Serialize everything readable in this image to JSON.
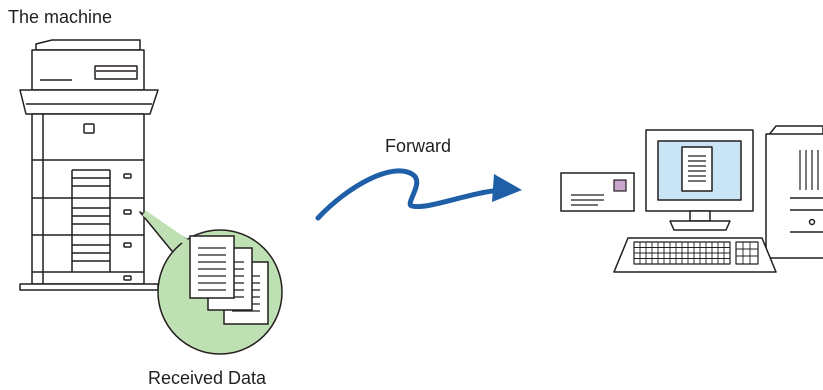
{
  "labels": {
    "machine_title": "The machine",
    "forward": "Forward",
    "received_data": "Received Data"
  },
  "icons": {
    "source": "multifunction-printer-icon",
    "received": "received-documents-icon",
    "transfer": "forward-arrow-icon",
    "message": "envelope-icon",
    "destination": "desktop-computer-icon"
  },
  "colors": {
    "line": "#231f20",
    "bubble_fill": "#bfe0b3",
    "arrow": "#1f5fa8",
    "screen": "#c9e4f5",
    "stamp": "#c9a6cc"
  }
}
